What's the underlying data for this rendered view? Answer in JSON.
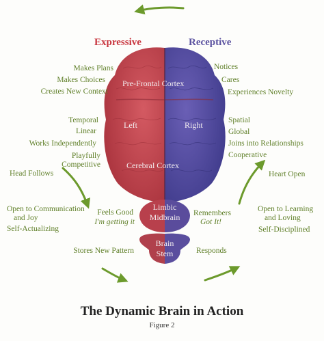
{
  "diagram": {
    "title": "The Dynamic Brain in Action",
    "caption": "Figure 2",
    "header_left": "Expressive",
    "header_right": "Receptive",
    "colors": {
      "left_hemisphere": "#c5404a",
      "right_hemisphere": "#4e4aa0",
      "label_green": "#5f7f28",
      "header_red": "#c8363f",
      "header_blue": "#5b52a0",
      "arrow_green": "#6c9a2c"
    },
    "brain_labels": {
      "prefrontal": "Pre-Frontal Cortex",
      "left": "Left",
      "right": "Right",
      "cerebral": "Cerebral Cortex",
      "limbic": "Limbic",
      "midbrain": "Midbrain",
      "brain": "Brain",
      "stem": "Stem"
    },
    "left_labels": {
      "makes_plans": "Makes Plans",
      "makes_choices": "Makes Choices",
      "creates_new_context": "Creates New Context",
      "temporal": "Temporal",
      "linear": "Linear",
      "works_independently": "Works Independently",
      "playfully": "Playfully",
      "competitive": "Competitive",
      "head_follows": "Head Follows",
      "open_comm_1": "Open to Communication",
      "open_comm_2": "and Joy",
      "self_actualizing": "Self-Actualizing",
      "feels_good": "Feels Good",
      "im_getting_it": "I'm getting it",
      "stores_new_pattern": "Stores New Pattern"
    },
    "right_labels": {
      "notices": "Notices",
      "cares": "Cares",
      "experiences_novelty": "Experiences Novelty",
      "spatial": "Spatial",
      "global": "Global",
      "joins_relationships": "Joins into Relationships",
      "cooperative": "Cooperative",
      "heart_open": "Heart Open",
      "open_learning_1": "Open to Learning",
      "open_learning_2": "and Loving",
      "self_disciplined": "Self-Disciplined",
      "remembers": "Remembers",
      "got_it": "Got It!",
      "responds": "Responds"
    }
  }
}
